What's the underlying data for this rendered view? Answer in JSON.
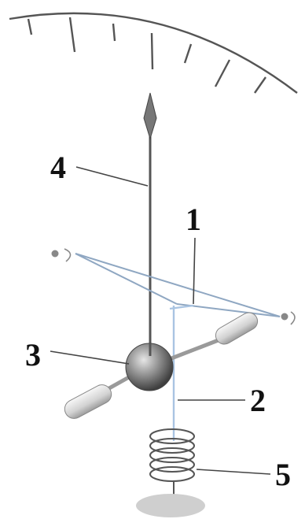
{
  "callouts": {
    "c1": "1",
    "c2": "2",
    "c3": "3",
    "c4": "4",
    "c5": "5"
  },
  "scale": {
    "tick_count": 7
  },
  "colors": {
    "ink": "#111111",
    "pointer": "#555555",
    "wire": "#a9c4e2",
    "pivot_ball": "#777777",
    "counterweight": "#dcdcdc",
    "spring": "#666666",
    "base": "#cfcfcf"
  }
}
